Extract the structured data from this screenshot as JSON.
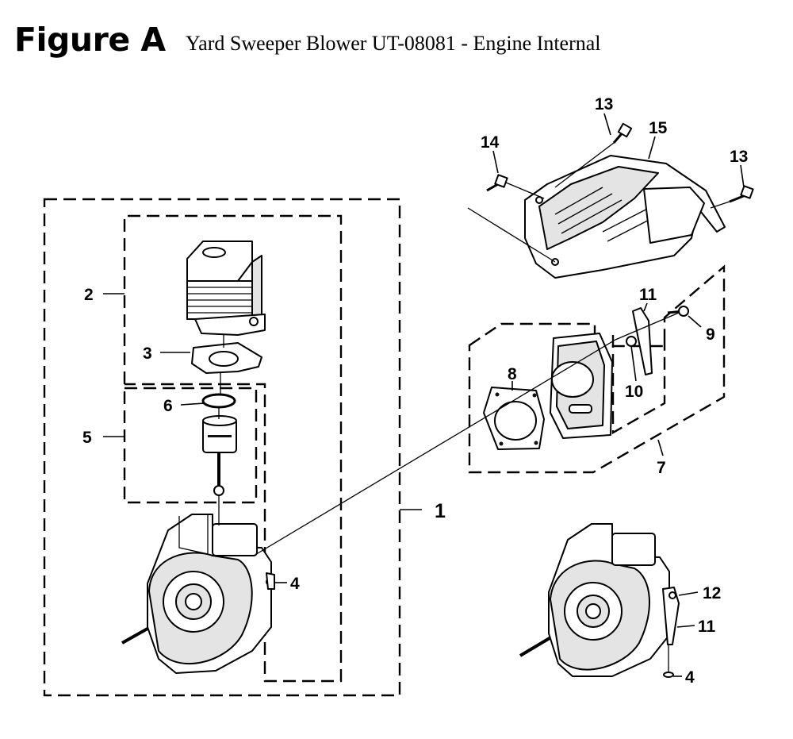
{
  "header": {
    "figure_label": "Figure A",
    "title": "Yard Sweeper Blower UT-08081 - Engine Internal"
  },
  "callouts": {
    "c1": "1",
    "c2": "2",
    "c3": "3",
    "c4a": "4",
    "c4b": "4",
    "c5": "5",
    "c6": "6",
    "c7": "7",
    "c8": "8",
    "c9": "9",
    "c10": "10",
    "c11a": "11",
    "c11b": "11",
    "c12": "12",
    "c13a": "13",
    "c13b": "13",
    "c14": "14",
    "c15": "15"
  }
}
